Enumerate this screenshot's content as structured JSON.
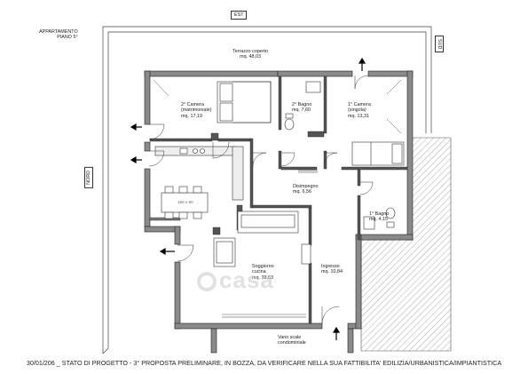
{
  "header": {
    "apartment_line1": "APPARTAMENTO",
    "apartment_line2": "PIANO 5°"
  },
  "compass": {
    "north": "NORD",
    "east": "EST",
    "south": "SUD"
  },
  "rooms": {
    "terrace": {
      "name": "Terrazzo coperto",
      "area": "mq. 48,03"
    },
    "bedroom2": {
      "name": "2° Camera",
      "type": "(matrimoniale)",
      "area": "mq. 17,19"
    },
    "bath2": {
      "name": "2° Bagno",
      "area": "mq. 7,60"
    },
    "bedroom1": {
      "name": "1° Camera",
      "type": "(singola)",
      "area": "mq. 13,31"
    },
    "hallway": {
      "name": "Disimpegno",
      "area": "mq. 6,56"
    },
    "bath1": {
      "name": "1° Bagno",
      "area": "mq. 4,15"
    },
    "living": {
      "name": "Soggiorno",
      "type": "cucina",
      "area": "mq. 38,63"
    },
    "entrance": {
      "name": "Ingresso",
      "area": "mq. 10,84"
    },
    "stairs": {
      "name": "Vano scale",
      "type": "condominiale"
    }
  },
  "table_label": "160 x 80",
  "watermark": "casa",
  "footer": "30/01/206 _ STATO DI PROGETTO  - 3° PROPOSTA PRELIMINARE, IN BOZZA, DA VERIFICARE NELLA SUA FATTIBILITA' EDILIZIA/URBANISTICA/IMPIANTISTICA"
}
